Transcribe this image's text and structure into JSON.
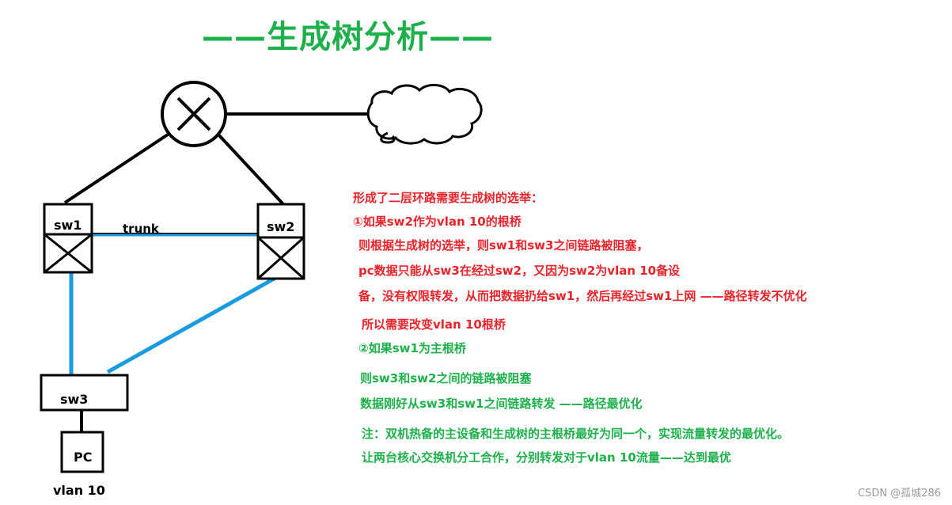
{
  "title": "——生成树分析——",
  "labels": {
    "sw1": "sw1",
    "sw2": "sw2",
    "sw3": "sw3",
    "trunk": "trunk",
    "pc": "PC",
    "vlan": "vlan 10"
  },
  "notes": [
    "形成了二层环路需要生成树的选举：",
    "①如果sw2作为vlan 10的根桥",
    "则根据生成树的选举，则sw1和sw3之间链路被阻塞，",
    "pc数据只能从sw3在经过sw2，又因为sw2为vlan 10备设",
    "备，没有权限转发，从而把数据扔给sw1，然后再经过sw1上网 ——路径转发不优化",
    "所以需要改变vlan 10根桥",
    "②如果sw1为主根桥",
    "则sw3和sw2之间的链路被阻塞",
    "数据刚好从sw3和sw1之间链路转发 ——路径最优化",
    "注：双机热备的主设备和生成树的主根桥最好为同一个，实现流量转发的最优化。",
    "让两台核心交换机分工合作，分别转发对于vlan 10流量——达到最优"
  ],
  "watermark": "CSDN @孤城286",
  "colors": {
    "title": "#1db04b",
    "red_text": "#e8232a",
    "green_text": "#1db04b",
    "blue_link": "#1a9be0",
    "black_link": "#000000"
  }
}
